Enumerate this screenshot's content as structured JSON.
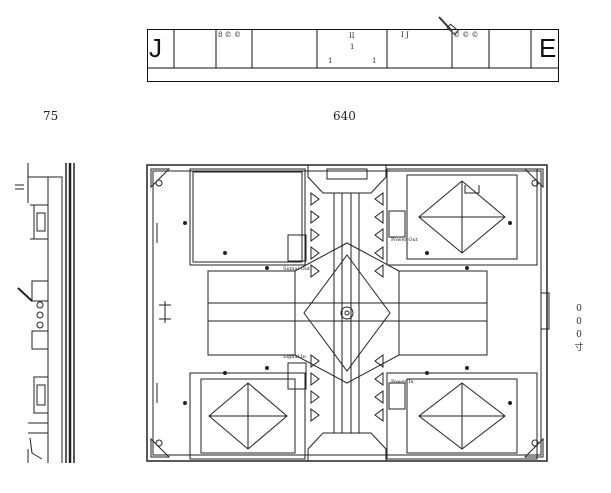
{
  "header_strip": {
    "left_letter": "J",
    "right_letter": "E",
    "cell_a": "8 © ©",
    "cell_b_top": "II",
    "cell_b_mid": "1",
    "cell_b_bl": "1",
    "cell_b_br": "1",
    "cell_c": "I J",
    "cell_d": "© © ©"
  },
  "dimensions": {
    "depth": "75",
    "width": "640"
  },
  "panel_labels": {
    "signal_out": "Signal Out",
    "signal_in": "Signal In",
    "power_out": "Power Out",
    "power_in": "Power In"
  },
  "right_side_text": [
    "0",
    "0",
    "0",
    "寸"
  ]
}
